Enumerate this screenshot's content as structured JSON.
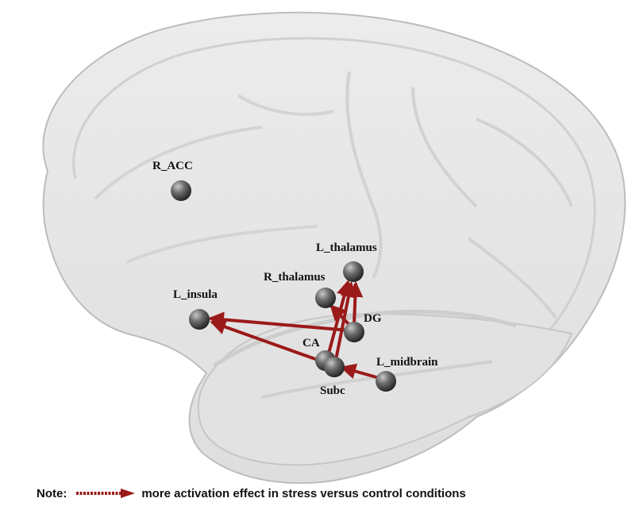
{
  "colors": {
    "edge": "#9b1a1a",
    "node": "#5a5a5a",
    "brain_fill": "#e6e6e6",
    "brain_stroke": "#bfbfbf"
  },
  "nodes": {
    "r_acc": "R_ACC",
    "l_thalamus": "L_thalamus",
    "r_thalamus": "R_thalamus",
    "l_insula": "L_insula",
    "dg": "DG",
    "ca": "CA",
    "l_midbrain": "L_midbrain",
    "subc": "Subc"
  },
  "edges": [
    {
      "from": "DG",
      "to": "L_insula"
    },
    {
      "from": "Subc",
      "to": "L_insula"
    },
    {
      "from": "CA",
      "to": "L_thalamus"
    },
    {
      "from": "Subc",
      "to": "L_thalamus"
    },
    {
      "from": "DG",
      "to": "L_thalamus"
    },
    {
      "from": "DG",
      "to": "R_thalamus"
    },
    {
      "from": "L_midbrain",
      "to": "Subc"
    }
  ],
  "legend": {
    "note_label": "Note:",
    "text": "more  activation effect in stress versus control conditions",
    "icon": "red-arrow-icon"
  }
}
